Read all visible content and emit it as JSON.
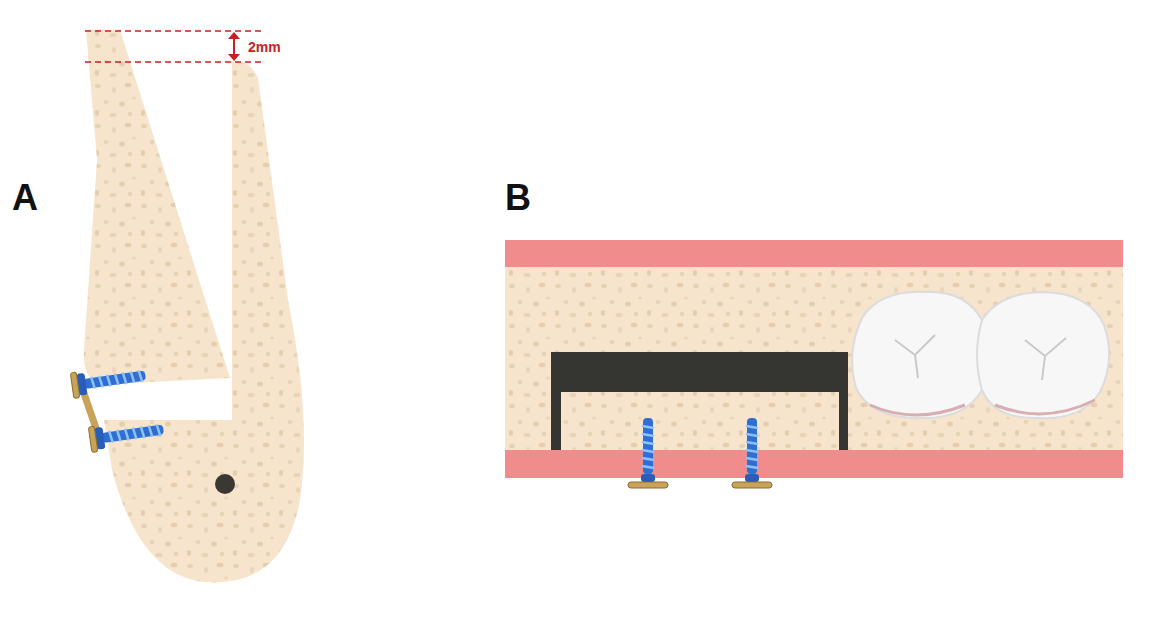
{
  "diagram": {
    "labels": [
      "A",
      "2mm",
      "B"
    ]
  }
}
